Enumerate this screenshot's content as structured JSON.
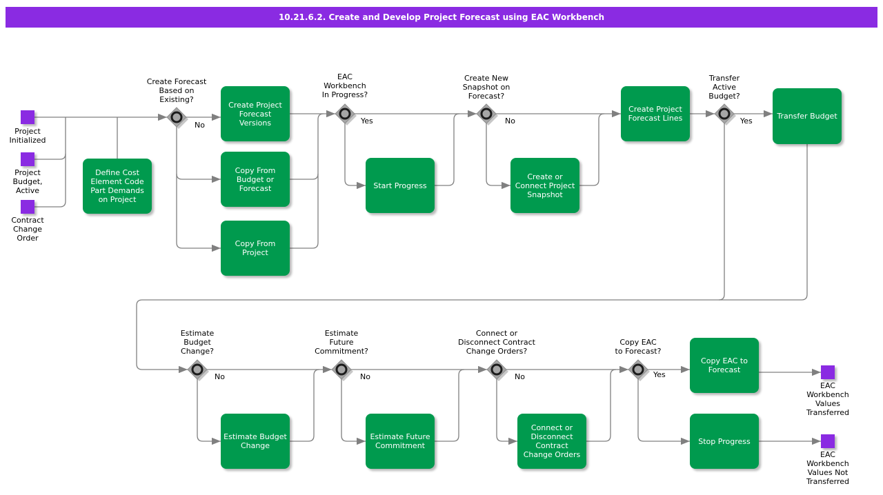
{
  "title": "10.21.6.2. Create and Develop Project Forecast using EAC Workbench",
  "colors": {
    "banner": "#8A2BE2",
    "activity_box": "#009A4E",
    "event_square": "#8A2BE2",
    "connector_line": "#808080",
    "decision_diamond": "#A6A6A6"
  },
  "start_events": [
    {
      "label": "Project\nInitialized"
    },
    {
      "label": "Project\nBudget,\nActive"
    },
    {
      "label": "Contract\nChange\nOrder"
    }
  ],
  "activities": [
    {
      "label": "Define Cost\nElement Code\nPart Demands\non Project"
    },
    {
      "label": "Create Project\nForecast\nVersions"
    },
    {
      "label": "Copy From\nBudget or\nForecast"
    },
    {
      "label": "Copy From\nProject"
    },
    {
      "label": "Start Progress"
    },
    {
      "label": "Create or\nConnect Project\nSnapshot"
    },
    {
      "label": "Create Project\nForecast Lines"
    },
    {
      "label": "Transfer Budget"
    },
    {
      "label": "Estimate Budget\nChange"
    },
    {
      "label": "Estimate Future\nCommitment"
    },
    {
      "label": "Connect or\nDisconnect\nContract\nChange Orders"
    },
    {
      "label": "Copy EAC to\nForecast"
    },
    {
      "label": "Stop Progress"
    }
  ],
  "decisions": [
    {
      "question": "Create Forecast\nBased on\nExisting?",
      "branch": "No"
    },
    {
      "question": "EAC\nWorkbench\nIn Progress?",
      "branch": "Yes"
    },
    {
      "question": "Create New\nSnapshot on\nForecast?",
      "branch": "No"
    },
    {
      "question": "Transfer\nActive\nBudget?",
      "branch": "Yes"
    },
    {
      "question": "Estimate\nBudget\nChange?",
      "branch": "No"
    },
    {
      "question": "Estimate\nFuture\nCommitment?",
      "branch": "No"
    },
    {
      "question": "Connect or\nDisconnect Contract\nChange Orders?",
      "branch": "No"
    },
    {
      "question": "Copy EAC\nto Forecast?",
      "branch": "Yes"
    }
  ],
  "end_events": [
    {
      "label": "EAC\nWorkbench\nValues\nTransferred"
    },
    {
      "label": "EAC\nWorkbench\nValues Not\nTransferred"
    }
  ]
}
